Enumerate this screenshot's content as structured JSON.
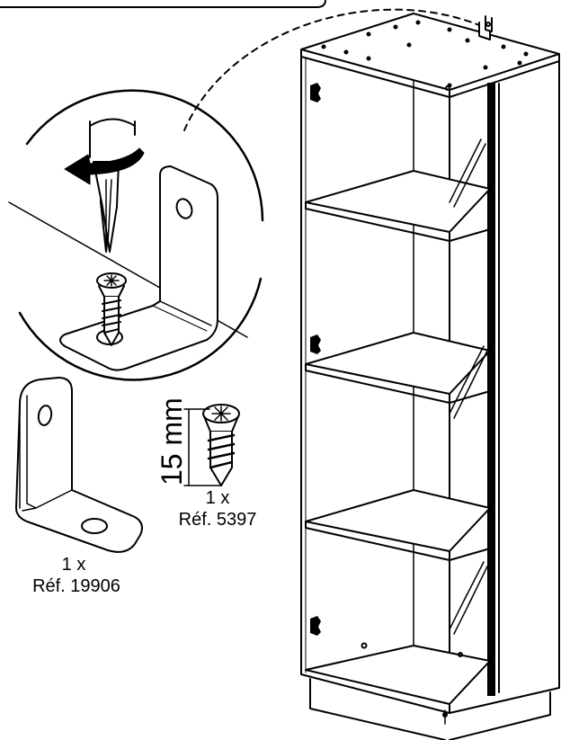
{
  "bracket_part": {
    "quantity": "1 x",
    "reference": "Réf. 19906"
  },
  "screw_part": {
    "quantity": "1 x",
    "reference": "Réf. 5397",
    "length": "15 mm"
  },
  "colors": {
    "line": "#000000",
    "background": "#ffffff"
  },
  "icons": [
    "screwdriver-icon",
    "rotation-arrow-icon",
    "angle-bracket-icon",
    "screw-icon",
    "cabinet-icon"
  ]
}
